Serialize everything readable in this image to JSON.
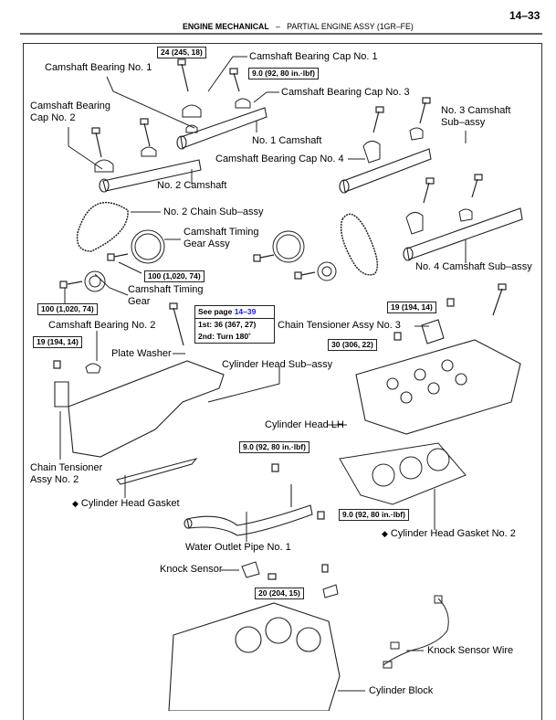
{
  "page": {
    "page_number": "14–33",
    "header_section": "ENGINE MECHANICAL",
    "header_separator": "–",
    "header_subsection": "PARTIAL ENGINE ASSY (1GR–FE)"
  },
  "labels": {
    "camshaft_bearing_no1": "Camshaft Bearing No. 1",
    "camshaft_bearing_cap_no1": "Camshaft Bearing Cap No. 1",
    "camshaft_bearing_cap_no3": "Camshaft Bearing Cap No. 3",
    "camshaft_bearing_cap_no2_line1": "Camshaft Bearing",
    "camshaft_bearing_cap_no2_line2": "Cap No. 2",
    "no3_camshaft_line1": "No. 3 Camshaft",
    "no3_camshaft_line2": "Sub–assy",
    "no1_camshaft": "No. 1 Camshaft",
    "camshaft_bearing_cap_no4": "Camshaft Bearing Cap No. 4",
    "no2_camshaft": "No. 2 Camshaft",
    "no2_chain": "No. 2 Chain Sub–assy",
    "timing_gear_assy_line1": "Camshaft Timing",
    "timing_gear_assy_line2": "Gear Assy",
    "no4_camshaft": "No. 4 Camshaft Sub–assy",
    "timing_gear_line1": "Camshaft Timing",
    "timing_gear_line2": "Gear",
    "camshaft_bearing_no2": "Camshaft Bearing No. 2",
    "chain_tensioner_no3": "Chain Tensioner Assy No. 3",
    "plate_washer": "Plate Washer",
    "cylinder_head_sub_assy": "Cylinder Head Sub–assy",
    "cylinder_head_lh": "Cylinder Head LH",
    "chain_tensioner_no2_line1": "Chain Tensioner",
    "chain_tensioner_no2_line2": "Assy No. 2",
    "cylinder_head_gasket": "Cylinder Head Gasket",
    "cylinder_head_gasket_no2": "Cylinder Head Gasket No. 2",
    "water_outlet_pipe": "Water Outlet Pipe No. 1",
    "knock_sensor": "Knock Sensor",
    "knock_sensor_wire": "Knock Sensor Wire",
    "cylinder_block": "Cylinder Block",
    "non_reusable_symbol": "◆"
  },
  "torque_specs": {
    "cap_no1_bolt": "24 (245, 18)",
    "cap_no3_bolt": "9.0 (92, 80 in.·lbf)",
    "timing_gear_assy_bolt": "100 (1,020, 74)",
    "timing_gear_bolt": "100 (1,020, 74)",
    "tensioner_no2_bolt": "19 (194, 14)",
    "tensioner_no3_bolt": "19 (194, 14)",
    "head_lh_bolt": "30 (306, 22)",
    "water_pipe_nut": "9.0 (92, 80 in.·lbf)",
    "water_pipe_bolt": "9.0 (92, 80 in.·lbf)",
    "knock_sensor_bolt": "20 (204, 15)"
  },
  "head_bolt_spec": {
    "see_page_prefix": "See page",
    "see_page_link": "14–39",
    "step1": "1st: 36 (367, 27)",
    "step2": "2nd: Turn 180˚"
  },
  "colors": {
    "link": "#1a1adf"
  }
}
